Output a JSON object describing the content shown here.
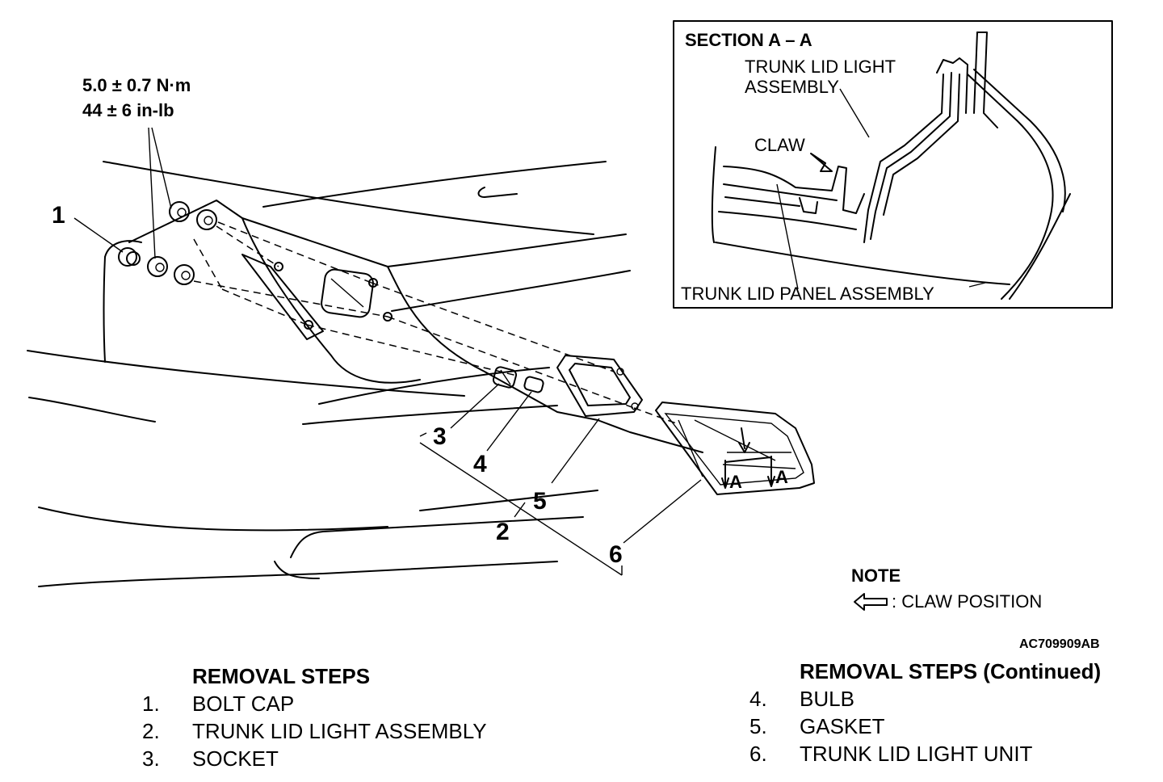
{
  "torque": {
    "line1": "5.0 ± 0.7 N·m",
    "line2": "44 ± 6 in-lb"
  },
  "callouts": [
    "1",
    "2",
    "3",
    "4",
    "5",
    "6"
  ],
  "section": {
    "title": "SECTION A – A",
    "light_assembly_line1": "TRUNK LID LIGHT",
    "light_assembly_line2": "ASSEMBLY",
    "claw": "CLAW",
    "panel_assembly": "TRUNK LID PANEL ASSEMBLY"
  },
  "section_marks": [
    "A",
    "A"
  ],
  "note": {
    "title": "NOTE",
    "legend": ": CLAW POSITION"
  },
  "figure_code": "AC709909AB",
  "removal_steps": {
    "title": "REMOVAL STEPS",
    "items": [
      {
        "num": "1.",
        "label": "BOLT CAP"
      },
      {
        "num": "2.",
        "label": "TRUNK LID LIGHT ASSEMBLY"
      },
      {
        "num": "3.",
        "label": "SOCKET"
      }
    ]
  },
  "removal_steps_continued": {
    "title": "REMOVAL STEPS (Continued)",
    "items": [
      {
        "num": "4.",
        "label": "BULB"
      },
      {
        "num": "5.",
        "label": "GASKET"
      },
      {
        "num": "6.",
        "label": "TRUNK LID LIGHT UNIT"
      }
    ]
  }
}
